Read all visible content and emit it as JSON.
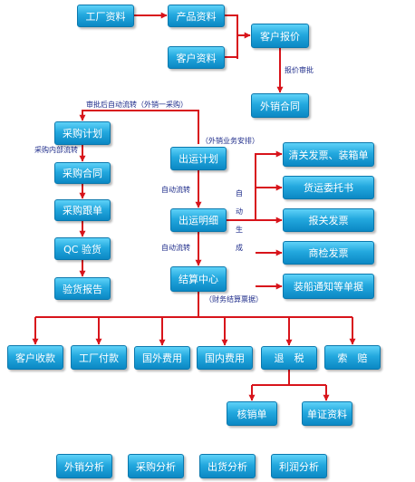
{
  "nodes": {
    "factory_info": "工厂资料",
    "product_info": "产品资料",
    "customer_info": "客户资料",
    "customer_quote": "客户报价",
    "export_contract": "外销合同",
    "purchase_plan": "采购计划",
    "purchase_contract": "采购合同",
    "purchase_follow": "采购跟单",
    "qc_inspection": "QC 验货",
    "inspection_report": "验货报告",
    "shipping_plan": "出运计划",
    "shipping_detail": "出运明细",
    "settlement_center": "结算中心",
    "customs_invoice_packing": "清关发票、装箱单",
    "freight_entrust": "货运委托书",
    "customs_declare_invoice": "报关发票",
    "inspection_invoice": "商检发票",
    "shipping_notice": "装船通知等单据",
    "customer_receipt": "客户收款",
    "factory_payment": "工厂付款",
    "foreign_expense": "国外费用",
    "domestic_expense": "国内费用",
    "tax_refund": "退　税",
    "claim": "索　赔",
    "verification_form": "核销单",
    "voucher_info": "单证资料",
    "export_analysis": "外销分析",
    "purchase_analysis": "采购分析",
    "shipment_analysis": "出货分析",
    "profit_analysis": "利润分析"
  },
  "labels": {
    "quote_approval": "报价审批",
    "auto_transfer_after_approval": "审批后自动流转（外销一采购）",
    "purchase_internal_transfer": "采购内部流转",
    "export_business_arrange": "（外销业务安排）",
    "auto_transfer_1": "自动流转",
    "auto_transfer_2": "自动流转",
    "auto_generate": "自动生成",
    "finance_settlement": "（财务结算票据）"
  },
  "colors": {
    "arrow": "#d8141b",
    "box_top": "#5fd2f8",
    "box_bottom": "#0b88c4",
    "label_text": "#1d2b8a"
  }
}
